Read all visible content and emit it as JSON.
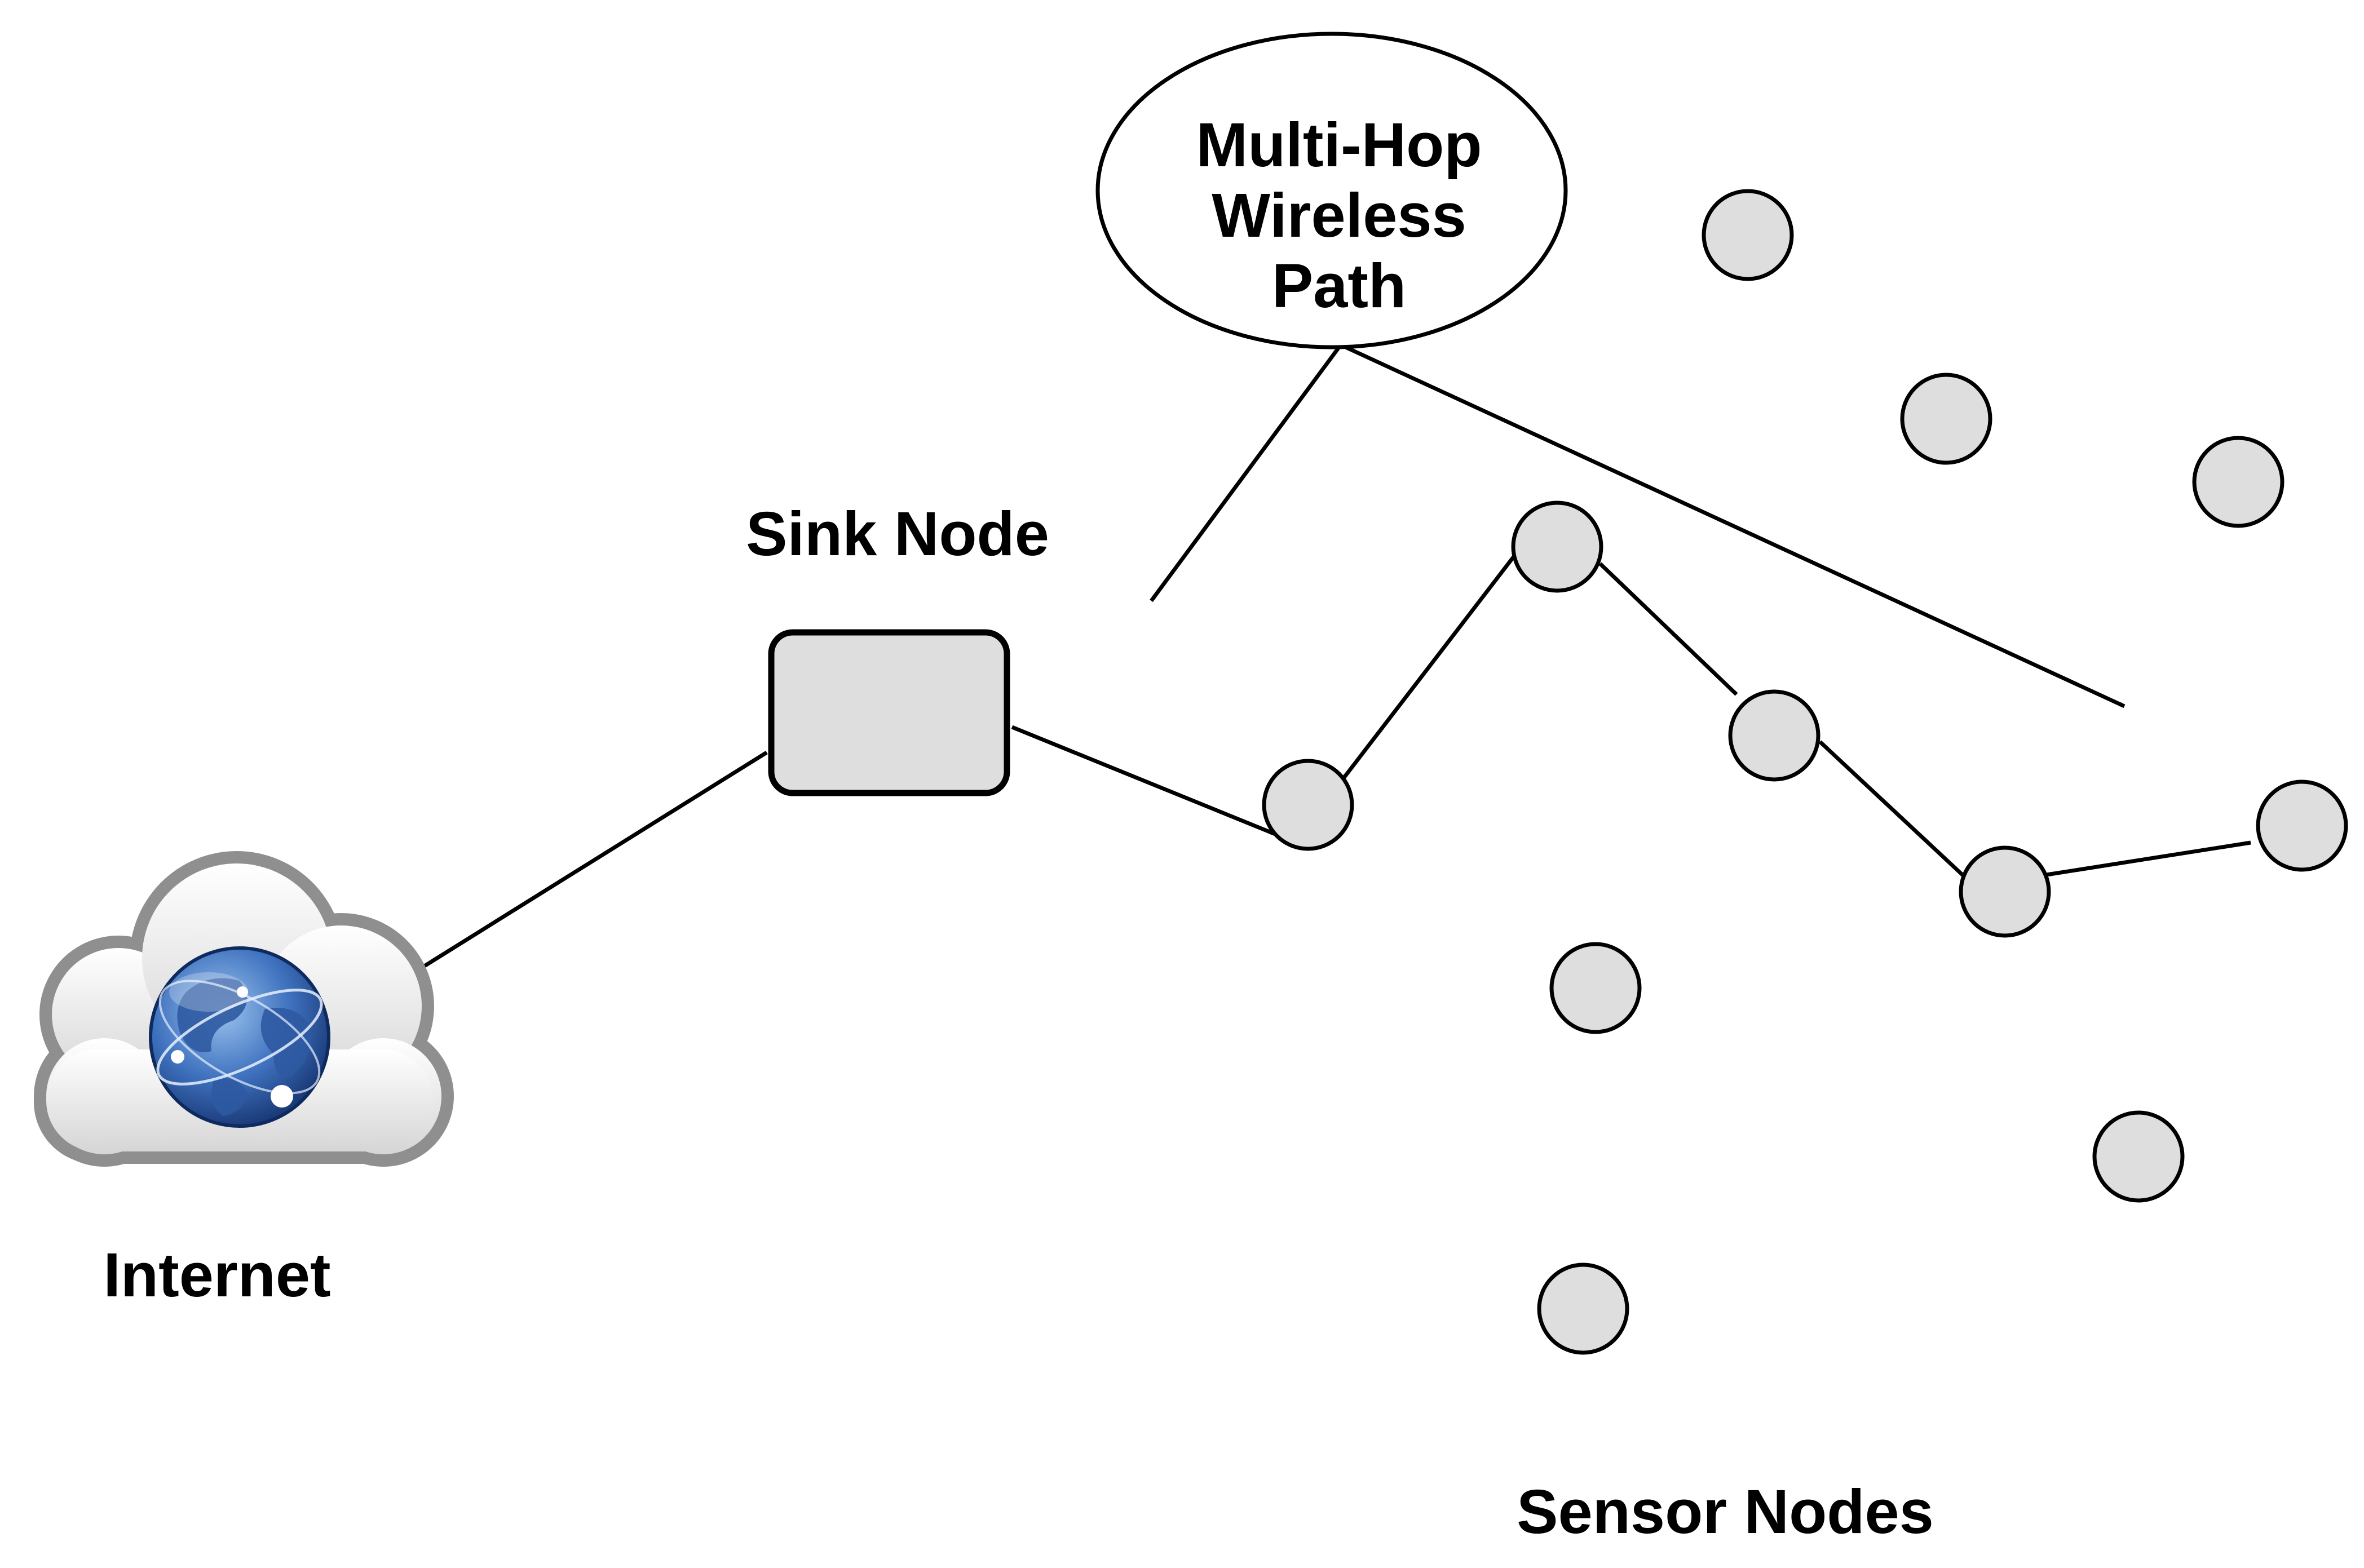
{
  "labels": {
    "callout_line1": "Multi-Hop",
    "callout_line2": "Wireless",
    "callout_line3": "Path",
    "sink": "Sink Node",
    "internet": "Internet",
    "sensors": "Sensor Nodes"
  },
  "colors": {
    "node_fill": "#dedede",
    "stroke": "#000000",
    "cloud_fill": "#f2f2f2",
    "cloud_outline": "#8f8f8f",
    "globe_dark": "#1a3f86",
    "globe_light": "#7fb0e6"
  },
  "icons": {
    "internet": "cloud-globe-icon"
  }
}
